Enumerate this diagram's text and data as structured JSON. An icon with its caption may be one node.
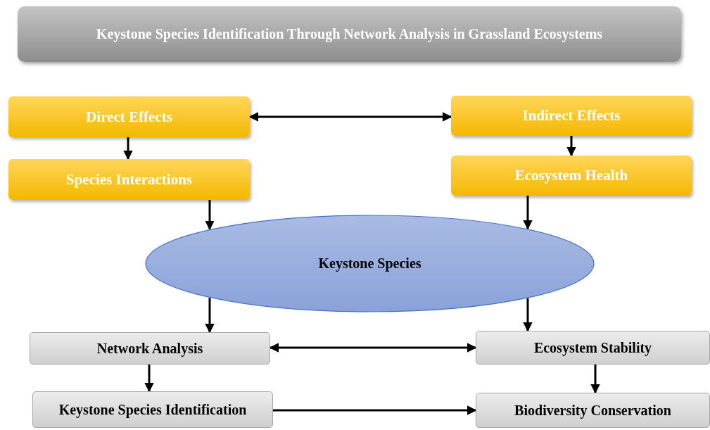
{
  "diagram": {
    "title": "Keystone Species Identification Through Network Analysis in Grassland Ecosystems",
    "nodes": [
      {
        "text": [
          "Direct Effects"
        ]
      },
      {
        "text": [
          "Indirect Effects"
        ]
      },
      {
        "text": [
          "Species Interactions"
        ]
      },
      {
        "text": [
          "Ecosystem Health"
        ]
      },
      {
        "text": [
          "Keystone Species"
        ]
      },
      {
        "text": [
          "Network Analysis"
        ]
      },
      {
        "text": [
          "Ecosystem Stability"
        ]
      },
      {
        "text": [
          "Keystone Species Identification"
        ]
      },
      {
        "text": [
          "Biodiversity Conservation"
        ]
      }
    ],
    "edges": [
      {
        "from": 0,
        "to": 1,
        "arrow": "both"
      },
      {
        "from": 0,
        "to": 2,
        "arrow": "to"
      },
      {
        "from": 1,
        "to": 3,
        "arrow": "to"
      },
      {
        "from": 2,
        "to": 4,
        "arrow": "to"
      },
      {
        "from": 3,
        "to": 4,
        "arrow": "to"
      },
      {
        "from": 4,
        "to": 5,
        "arrow": "to"
      },
      {
        "from": 4,
        "to": 6,
        "arrow": "to"
      },
      {
        "from": 5,
        "to": 6,
        "arrow": "both"
      },
      {
        "from": 5,
        "to": 7,
        "arrow": "to"
      },
      {
        "from": 6,
        "to": 8,
        "arrow": "to"
      },
      {
        "from": 7,
        "to": 8,
        "arrow": "to"
      }
    ]
  }
}
